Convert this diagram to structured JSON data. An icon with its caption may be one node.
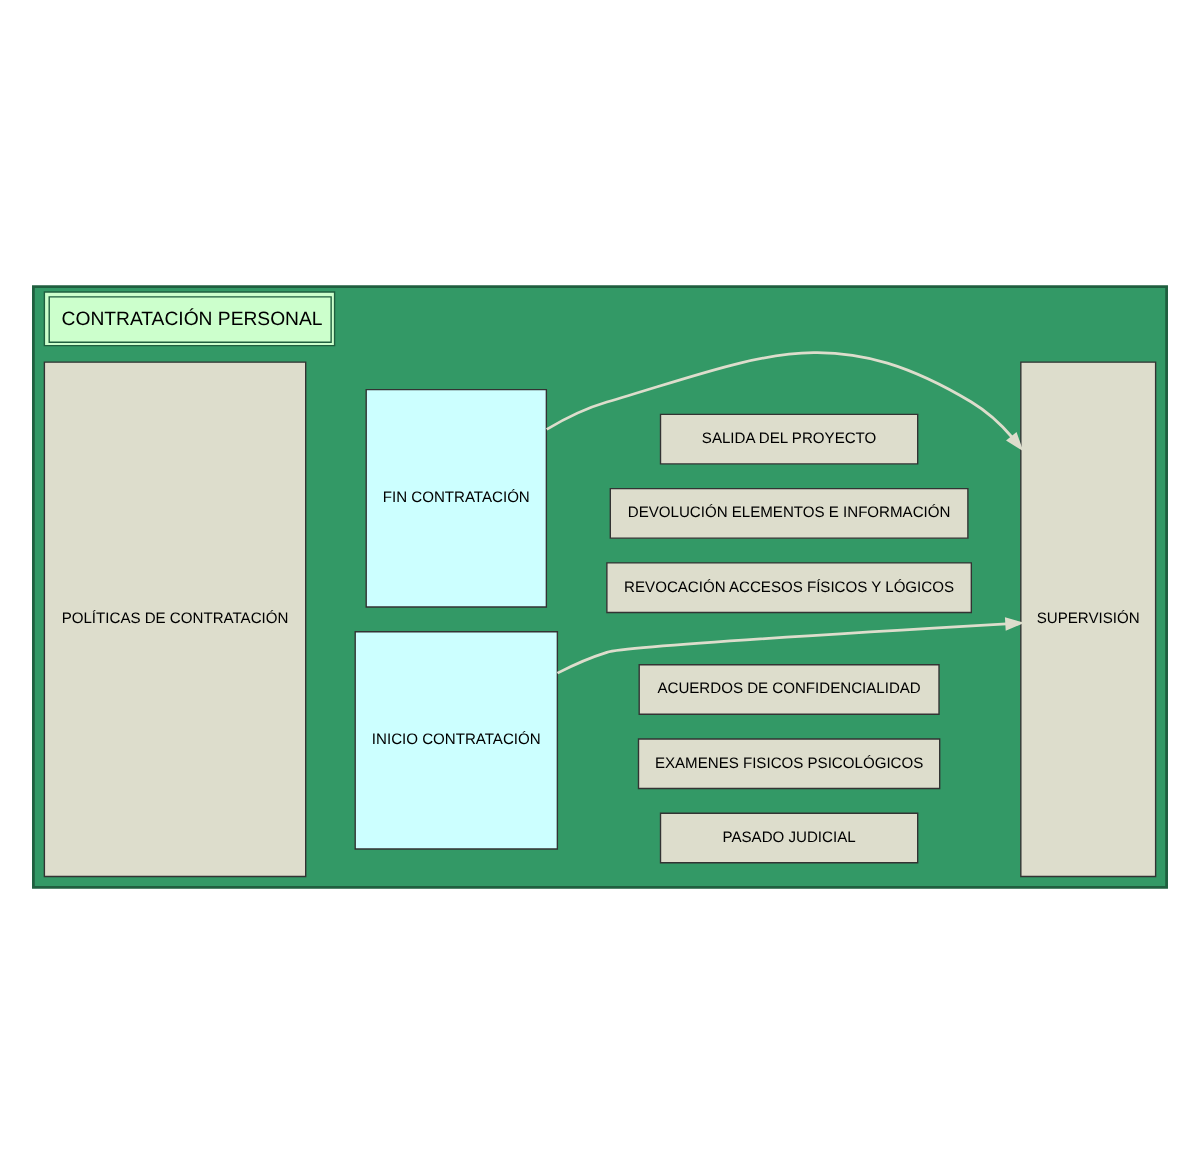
{
  "diagram": {
    "nodes": [
      {
        "text": [
          "CONTRATACIÓN PERSONAL"
        ]
      },
      {
        "text": [
          "POLÍTICAS DE CONTRATACIÓN"
        ],
        "in": 0
      },
      {
        "text": [
          "INICIO CONTRATACIÓN"
        ],
        "in": 0
      },
      {
        "text": [
          "PASADO JUDICIAL"
        ],
        "in": 0
      },
      {
        "text": [
          "EXAMENES FISICOS PSICOLÓGICOS"
        ],
        "in": 0
      },
      {
        "text": [
          "ACUERDOS DE CONFIDENCIALIDAD"
        ],
        "in": 0
      },
      {
        "text": [
          "FIN CONTRATACIÓN"
        ],
        "in": 0
      },
      {
        "text": [
          "REVOCACIÓN ACCESOS FÍSICOS Y LÓGICOS"
        ],
        "in": 0
      },
      {
        "text": [
          "DEVOLUCIÓN ELEMENTOS E INFORMACIÓN"
        ],
        "in": 0
      },
      {
        "text": [
          "SALIDA DEL PROYECTO"
        ],
        "in": 0
      },
      {
        "text": [
          "SUPERVISIÓN"
        ],
        "in": 0
      }
    ],
    "edges": [
      {
        "from": 2,
        "to": 10,
        "arrow": "to"
      },
      {
        "from": 6,
        "to": 10,
        "arrow": "to"
      }
    ]
  }
}
